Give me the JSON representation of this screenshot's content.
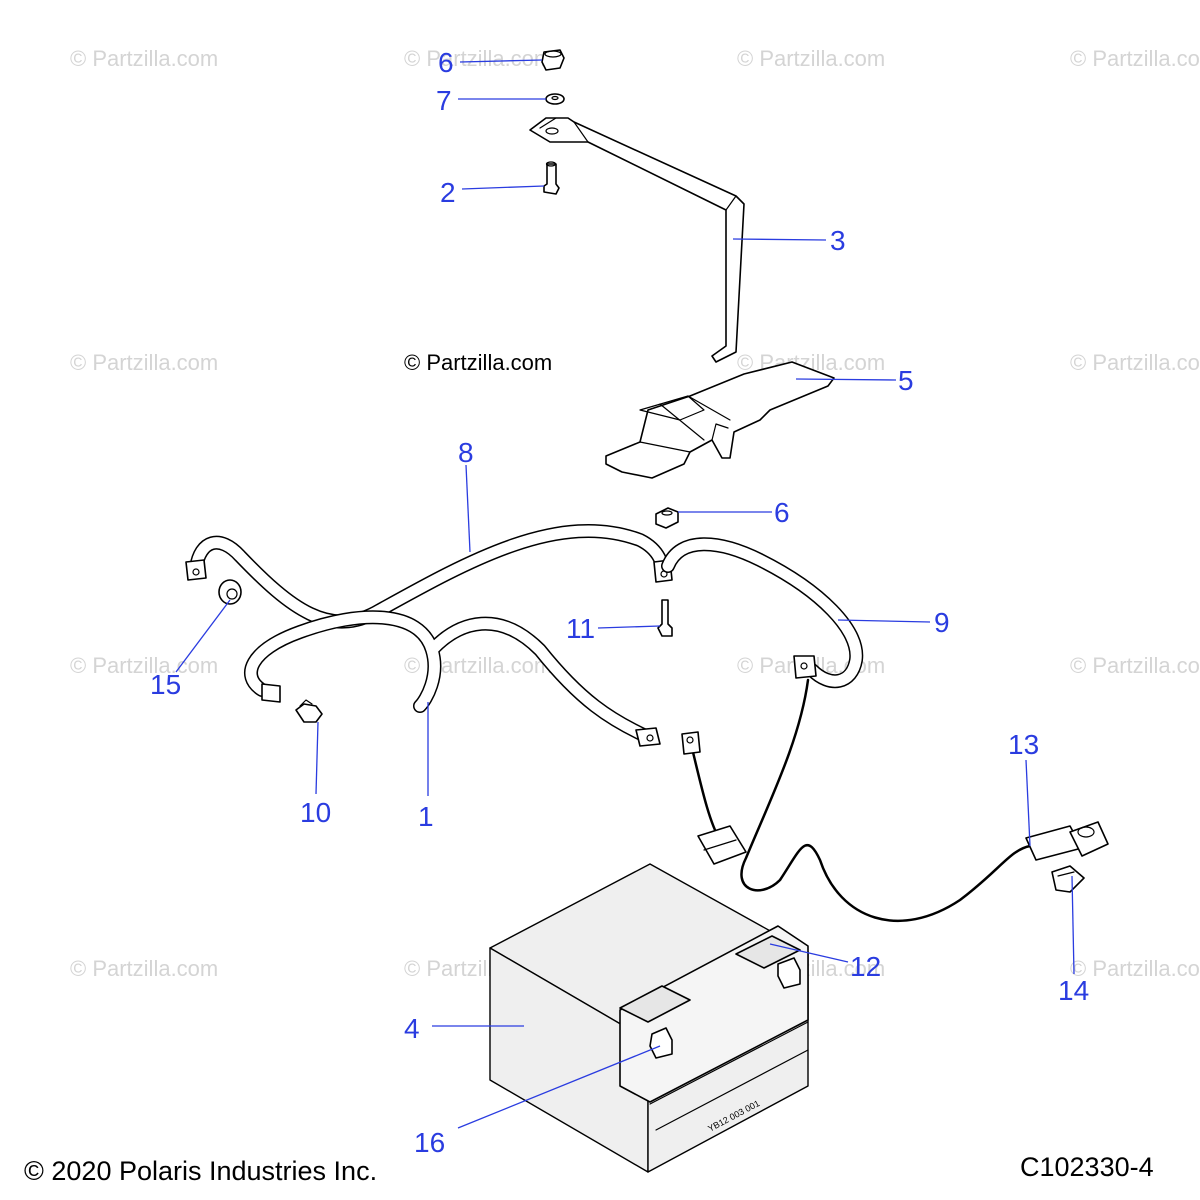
{
  "diagram": {
    "watermark_text": "© Partzilla.com",
    "center_credit": "© Partzilla.com",
    "copyright": "© 2020 Polaris Industries Inc.",
    "diagram_code": "C102330-4",
    "callouts": {
      "c6a": "6",
      "c7": "7",
      "c2": "2",
      "c3": "3",
      "c5": "5",
      "c8": "8",
      "c6b": "6",
      "c11": "11",
      "c9": "9",
      "c15": "15",
      "c10": "10",
      "c1": "1",
      "c13": "13",
      "c14": "14",
      "c12": "12",
      "c4": "4",
      "c16": "16"
    },
    "battery_label": "YB12 003 001"
  }
}
